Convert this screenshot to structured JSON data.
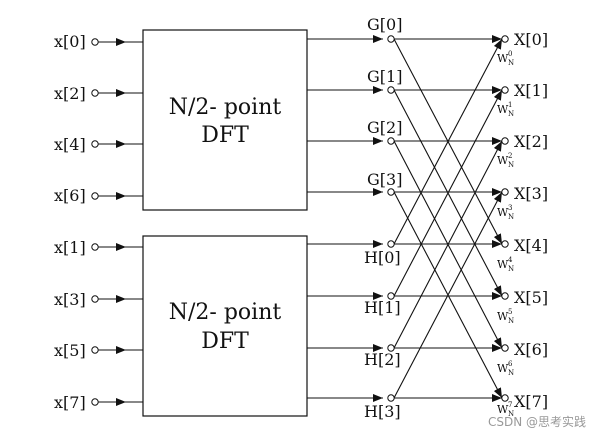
{
  "inputs": {
    "top": [
      "x[0]",
      "x[2]",
      "x[4]",
      "x[6]"
    ],
    "bottom": [
      "x[1]",
      "x[3]",
      "x[5]",
      "x[7]"
    ]
  },
  "boxes": {
    "top": {
      "line1": "N/2- point",
      "line2": "DFT"
    },
    "bottom": {
      "line1": "N/2- point",
      "line2": "DFT"
    }
  },
  "intermediate": {
    "G": [
      "G[0]",
      "G[1]",
      "G[2]",
      "G[3]"
    ],
    "H": [
      "H[0]",
      "H[1]",
      "H[2]",
      "H[3]"
    ]
  },
  "outputs": [
    "X[0]",
    "X[1]",
    "X[2]",
    "X[3]",
    "X[4]",
    "X[5]",
    "X[6]",
    "X[7]"
  ],
  "twiddles": [
    {
      "base": "W",
      "sup": "0",
      "sub": "N"
    },
    {
      "base": "W",
      "sup": "1",
      "sub": "N"
    },
    {
      "base": "W",
      "sup": "2",
      "sub": "N"
    },
    {
      "base": "W",
      "sup": "3",
      "sub": "N"
    },
    {
      "base": "W",
      "sup": "4",
      "sub": "N"
    },
    {
      "base": "W",
      "sup": "5",
      "sub": "N"
    },
    {
      "base": "W",
      "sup": "6",
      "sub": "N"
    },
    {
      "base": "W",
      "sup": "7",
      "sub": "N"
    }
  ],
  "watermark": "CSDN @思考实践"
}
